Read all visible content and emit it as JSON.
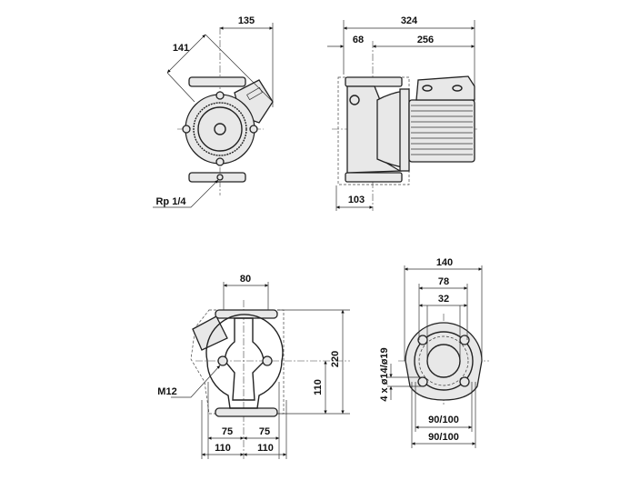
{
  "views": {
    "front": {
      "dim_width": "135",
      "dim_diagonal": "141",
      "port_label": "Rp 1/4"
    },
    "side": {
      "dim_total": "324",
      "dim_left": "68",
      "dim_right": "256",
      "dim_bottom": "103"
    },
    "rear": {
      "dim_top": "80",
      "dim_height": "220",
      "dim_half_height": "110",
      "thread_label": "M12",
      "dim_left_inner": "75",
      "dim_right_inner": "75",
      "dim_left_outer": "110",
      "dim_right_outer": "110"
    },
    "flange": {
      "dim_outer": "140",
      "dim_mid": "78",
      "dim_inner": "32",
      "holes_label": "4 x ø14/ø19",
      "dim_bolt_circle_1": "90/100",
      "dim_bolt_circle_2": "90/100"
    }
  },
  "colors": {
    "line": "#222222",
    "fill": "#e8e8e8"
  }
}
